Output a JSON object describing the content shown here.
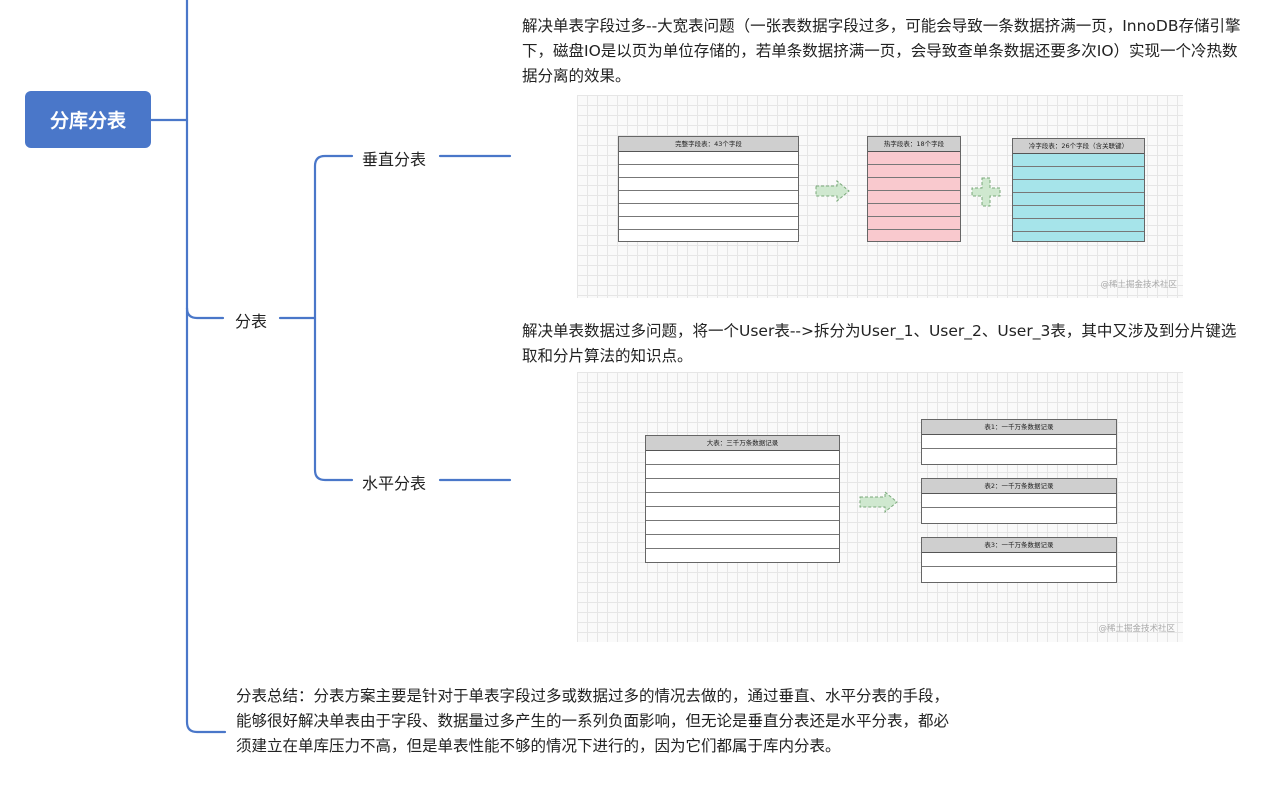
{
  "root": {
    "label": "分库分表"
  },
  "branch": {
    "label": "分表"
  },
  "children": [
    {
      "label": "垂直分表",
      "description": "解决单表字段过多--大宽表问题（一张表数据字段过多，可能会导致一条数据挤满一页，InnoDB存储引擎下，磁盘IO是以页为单位存储的，若单条数据挤满一页，会导致查单条数据还要多次IO）实现一个冷热数据分离的效果。",
      "image": {
        "full_table": "完整字段表：43个字段",
        "hot_table": "热字段表：18个字段",
        "cold_table": "冷字段表：26个字段（含关联键）",
        "watermark": "@稀土掘金技术社区"
      }
    },
    {
      "label": "水平分表",
      "description": "解决单表数据过多问题，将一个User表-->拆分为User_1、User_2、User_3表，其中又涉及到分片键选取和分片算法的知识点。",
      "image": {
        "big_table": "大表：三千万条数据记录",
        "table1": "表1：一千万条数据记录",
        "table2": "表2：一千万条数据记录",
        "table3": "表3：一千万条数据记录",
        "watermark": "@稀土掘金技术社区"
      }
    }
  ],
  "summary": "分表总结：分表方案主要是针对于单表字段过多或数据过多的情况去做的，通过垂直、水平分表的手段，能够很好解决单表由于字段、数据量过多产生的一系列负面影响，但无论是垂直分表还是水平分表，都必须建立在单库压力不高，但是单表性能不够的情况下进行的，因为它们都属于库内分表。",
  "colors": {
    "root_fill": "#4a77c9",
    "connector": "#4a77c9",
    "hot_fill": "#f9c9ce",
    "cold_fill": "#a6e4ea",
    "arrow_fill": "#cfe8cf"
  }
}
